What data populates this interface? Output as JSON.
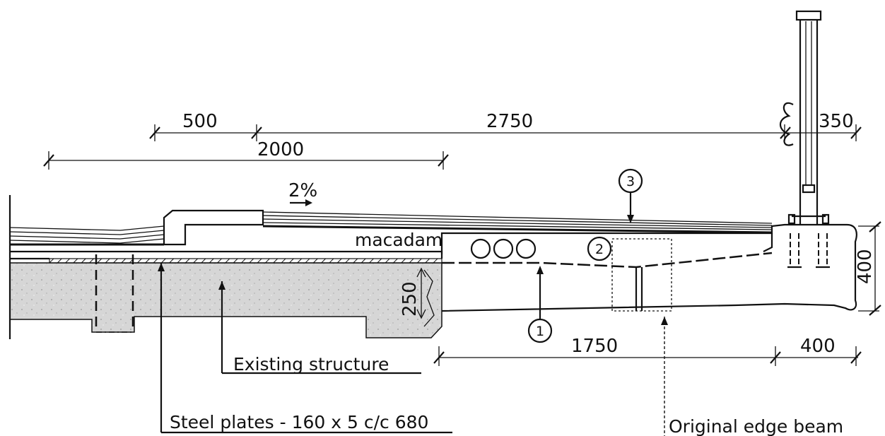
{
  "dimensions": {
    "d500": "500",
    "d2750": "2750",
    "d350": "350",
    "d2000": "2000",
    "d250": "250",
    "d400_vertical": "400",
    "d1750": "1750",
    "d400_bottom": "400"
  },
  "slope": "2%",
  "labels": {
    "macadam": "macadam",
    "existing_structure": "Existing structure",
    "steel_plates": "Steel plates - 160 x 5  c/c 680",
    "original_edge_beam": "Original edge beam"
  },
  "callouts": {
    "c1": "1",
    "c2": "2",
    "c3": "3"
  },
  "colors": {
    "ink": "#111111",
    "concrete_fill": "#d6d6d6"
  }
}
